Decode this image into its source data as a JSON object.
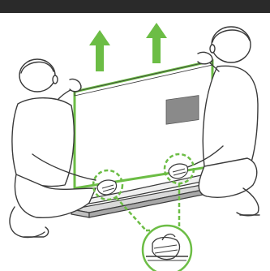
{
  "image": {
    "kind": "instruction-illustration",
    "subject": "two-people-lifting-tv-panel-from-base"
  },
  "colors": {
    "top_bar": "#2a2a2a",
    "accent_green": "#6cbd45",
    "line": "#3a3a3a",
    "panel_fill": "#ffffff",
    "label_fill": "#8a8a8a",
    "base_fill": "#d9d9d9"
  },
  "callouts": [
    {
      "kind": "arrow",
      "direction": "up",
      "meaning": "lift-up"
    },
    {
      "kind": "arrow",
      "direction": "up",
      "meaning": "lift-up"
    },
    {
      "kind": "grip-circle",
      "side": "left"
    },
    {
      "kind": "grip-circle",
      "side": "right"
    },
    {
      "kind": "detail-circle",
      "meaning": "hand-grip-detail"
    }
  ],
  "icons": [
    "up-arrow-icon",
    "hand-grip-icon"
  ]
}
